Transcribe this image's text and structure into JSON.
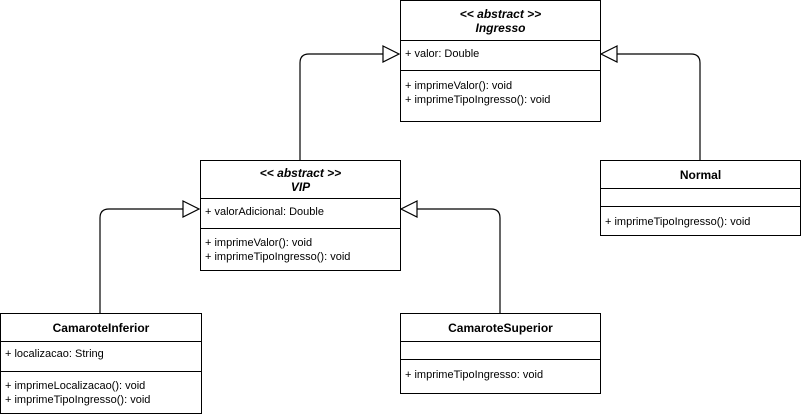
{
  "diagram": {
    "type": "uml-class-diagram",
    "classes": {
      "ingresso": {
        "stereotype": "<< abstract >>",
        "name": "Ingresso",
        "attributes": [
          "+ valor: Double"
        ],
        "methods": [
          "+ imprimeValor(): void",
          "+ imprimeTipoIngresso(): void"
        ]
      },
      "vip": {
        "stereotype": "<< abstract >>",
        "name": "VIP",
        "attributes": [
          "+ valorAdicional: Double"
        ],
        "methods": [
          "+ imprimeValor(): void",
          "+ imprimeTipoIngresso(): void"
        ]
      },
      "normal": {
        "name": "Normal",
        "attributes": [],
        "methods": [
          "+ imprimeTipoIngresso(): void"
        ]
      },
      "camarote_inferior": {
        "name": "CamaroteInferior",
        "attributes": [
          "+ localizacao: String"
        ],
        "methods": [
          "+ imprimeLocalizacao(): void",
          "+ imprimeTipoIngresso(): void"
        ]
      },
      "camarote_superior": {
        "name": "CamaroteSuperior",
        "attributes": [],
        "methods": [
          "+ imprimeTipoIngresso: void"
        ]
      }
    },
    "relationships": [
      {
        "type": "generalization",
        "from": "VIP",
        "to": "Ingresso"
      },
      {
        "type": "generalization",
        "from": "Normal",
        "to": "Ingresso"
      },
      {
        "type": "generalization",
        "from": "CamaroteInferior",
        "to": "VIP"
      },
      {
        "type": "generalization",
        "from": "CamaroteSuperior",
        "to": "VIP"
      }
    ]
  }
}
